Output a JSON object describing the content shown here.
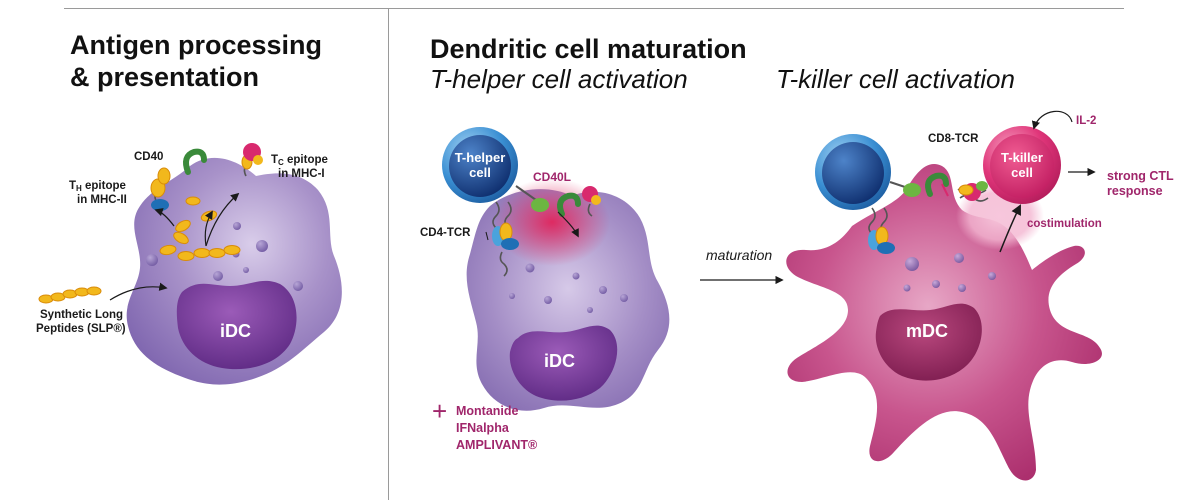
{
  "panels": {
    "left": {
      "title_line1": "Antigen processing",
      "title_line2": "& presentation"
    },
    "right": {
      "title": "Dendritic cell maturation",
      "subtitle_helper": "T-helper cell activation",
      "subtitle_killer": "T-killer cell activation"
    }
  },
  "labels": {
    "cd40": "CD40",
    "th_epitope_main": "T",
    "th_epitope_sub": "H",
    "th_epitope_rest": " epitope",
    "th_epitope_line2": "in MHC-II",
    "tc_epitope_main": "T",
    "tc_epitope_sub": "C",
    "tc_epitope_rest": " epitope",
    "tc_epitope_line2": "in MHC-I",
    "slp_line1": "Synthetic Long",
    "slp_line2": "Peptides (SLP®)",
    "idc": "iDC",
    "thelper_line1": "T-helper",
    "thelper_line2": "cell",
    "cd40l": "CD40L",
    "cd4tcr": "CD4-TCR",
    "maturation": "maturation",
    "cd8tcr": "CD8-TCR",
    "il2": "IL-2",
    "tkiller_line1": "T-killer",
    "tkiller_line2": "cell",
    "ctl_line1": "strong CTL",
    "ctl_line2": "response",
    "costimulation": "costimulation",
    "mdc": "mDC"
  },
  "adjuvants": {
    "plus": "+",
    "items": [
      "Montanide",
      "IFNalpha",
      "AMPLIVANT®"
    ]
  },
  "colors": {
    "idc_purple": "#8f76b8",
    "nucleus_purple": "#7a3f98",
    "mdc_magenta": "#c0447f",
    "thelper_blue": "#2c82c8",
    "tkiller_pink": "#d8296e",
    "accent_magenta": "#a0266b",
    "peptide_yellow": "#f2b81c"
  }
}
